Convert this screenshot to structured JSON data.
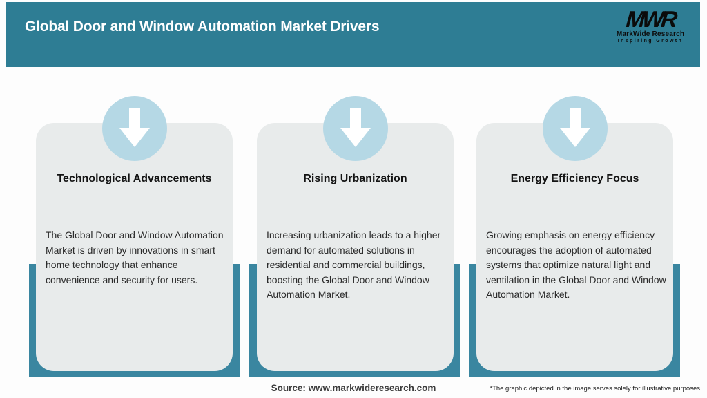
{
  "header": {
    "title": "Global Door and Window Automation Market Drivers",
    "logo": {
      "monogram": "MWR",
      "name": "MarkWide Research",
      "tagline": "Inspiring Growth"
    }
  },
  "cards": [
    {
      "icon": "down-arrow-icon",
      "title": "Technological Advancements",
      "body": "The Global Door and Window Automation Market is driven by innovations in smart home technology that enhance convenience and security for users."
    },
    {
      "icon": "down-arrow-icon",
      "title": "Rising Urbanization",
      "body": "Increasing urbanization leads to a higher demand for automated solutions in residential and commercial buildings, boosting the Global Door and Window Automation Market."
    },
    {
      "icon": "down-arrow-icon",
      "title": "Energy Efficiency Focus",
      "body": "Growing emphasis on energy efficiency encourages the adoption of automated systems that optimize natural light and ventilation in the Global Door and Window Automation Market."
    }
  ],
  "footer": {
    "source": "Source: www.markwideresearch.com",
    "disclaimer": "*The graphic depicted in the image serves solely for illustrative purposes"
  },
  "colors": {
    "header_teal": "#2E7D94",
    "card_back_teal": "#3A86A0",
    "card_background": "#E8EBEB",
    "arrow_circle_blue": "#B5D8E5",
    "arrow_white": "#FFFFFF",
    "title_text": "#FFFFFF",
    "body_text": "#2B2B2B"
  }
}
